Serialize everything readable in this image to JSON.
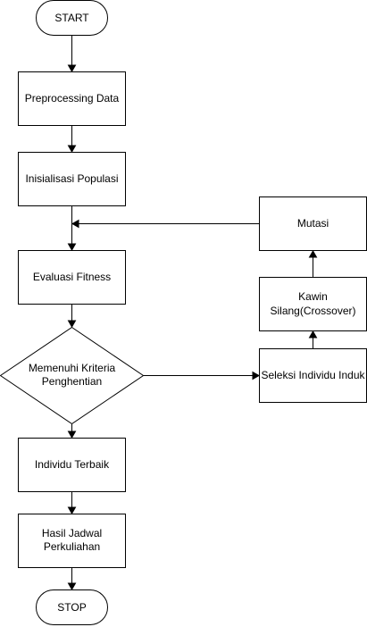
{
  "nodes": {
    "start": "START",
    "preprocessing": "Preprocessing Data",
    "inisialisasi": "Inisialisasi Populasi",
    "evaluasi": "Evaluasi Fitness",
    "kriteria": [
      "Memenuhi Kriteria",
      "Penghentian"
    ],
    "individu_terbaik": "Individu Terbaik",
    "hasil": [
      "Hasil Jadwal",
      "Perkuliahan"
    ],
    "stop": "STOP",
    "seleksi": "Seleksi Individu Induk",
    "kawin": [
      "Kawin",
      "Silang(Crossover)"
    ],
    "mutasi": "Mutasi"
  }
}
